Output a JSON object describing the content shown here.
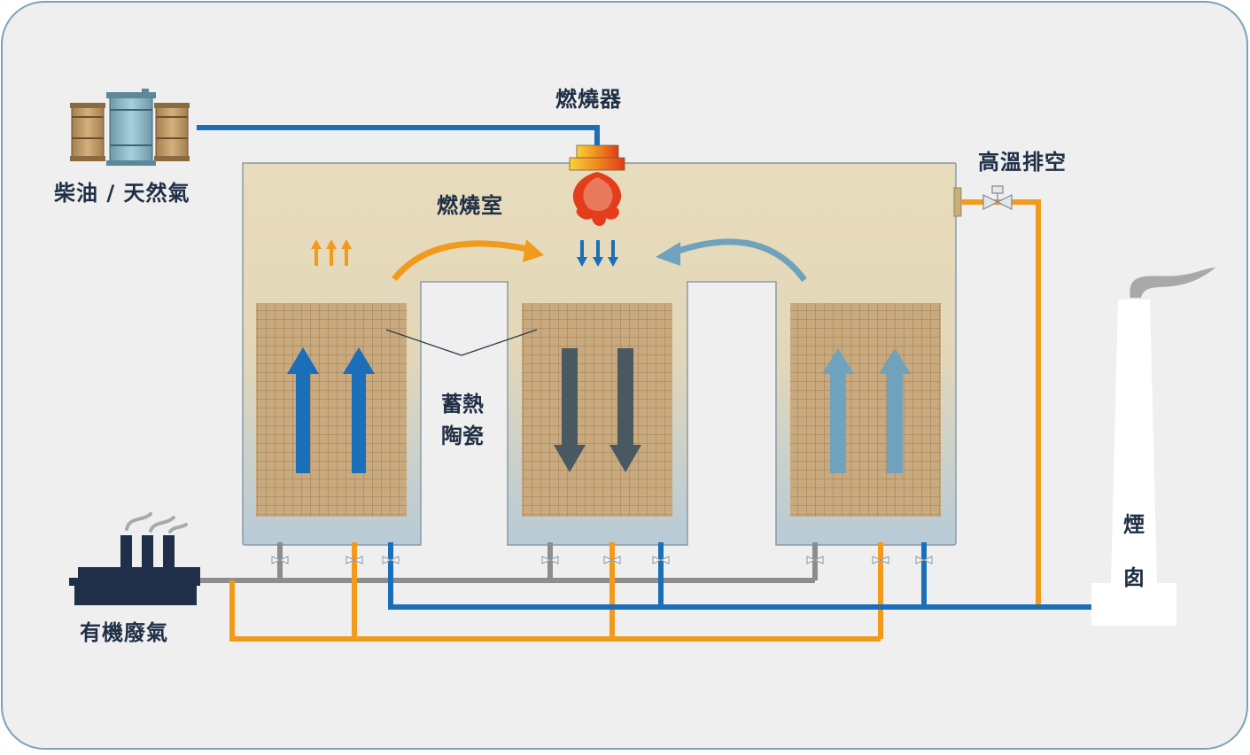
{
  "labels": {
    "burner": "燃燒器",
    "fuel": "柴油 / 天然氣",
    "combustion_chamber": "燃燒室",
    "high_temp_vent": "高溫排空",
    "regenerative_ceramic_line1": "蓄熱",
    "regenerative_ceramic_line2": "陶瓷",
    "chimney_line1": "煙",
    "chimney_line2": "囱",
    "organic_waste_gas": "有機廢氣"
  },
  "colors": {
    "frame_background": "#efefef",
    "frame_border": "#7aa2b8",
    "chamber_top": "#e7dcbc",
    "chamber_bottom": "#b7cbd8",
    "ceramic_fill": "#c8a77b",
    "clean_pipe_blue": "#1a6fb8",
    "hot_pipe_orange": "#f29a1c",
    "inlet_pipe_gray": "#8d8d8d",
    "arrow_blue": "#1a6fb8",
    "arrow_dark": "#4a5862",
    "arrow_lightblue": "#6ea2bd",
    "text": "#1f2f45"
  },
  "icons": [
    "fuel-drums-icon",
    "burner-flame-icon",
    "factory-icon",
    "chimney-icon",
    "valve-icon",
    "smoke-icon"
  ]
}
